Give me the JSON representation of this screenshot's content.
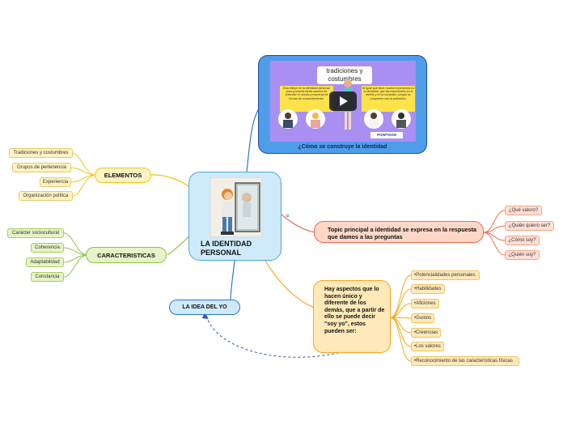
{
  "central": {
    "title": "LA IDENTIDAD PERSONAL"
  },
  "video": {
    "caption": "¿Cómo se construye la identidad",
    "thumb_title": "tradiciones y costumbres",
    "left_text": "Esta influye en la identidad personal, pues presenta cierta manera de entender el mundo y maneras de formar de comportamiento.",
    "right_text": "Al igual que tiene mucha importancia en la identidad, que las expresiones en la familia y en la sociedad, porque se comparten con la población.",
    "brand": "POWTOON"
  },
  "elementos": {
    "label": "ELEMENTOS",
    "items": [
      "Tradiciones y costumbres",
      "Grupos de pertenencia",
      "Experiencia",
      "Organización política"
    ]
  },
  "caracteristicas": {
    "label": "CARACTERISTICAS",
    "items": [
      "Carácter sociocultural",
      "Coherencia",
      "Adaptabilidad",
      "Constancia"
    ]
  },
  "idea": {
    "label": "LA IDEA DEL YO"
  },
  "topic": {
    "label": "Topic principal a identidad se expresa en la respuesta que damos a las preguntas",
    "items": [
      "¿Qué valoro?",
      "¿Quién quiero ser?",
      "¿Cómo soy?",
      "¿Quién soy?"
    ]
  },
  "aspectos": {
    "label": "Hay aspectos que lo hacen único y diferente de los demás, que a partir de ello se puede decir \"soy yo\", estos pueden ser:",
    "items": [
      "•Potencialidades personales",
      "•Habilidades",
      "•Aficiones",
      "•Gustos",
      "•Creencias",
      "•Los valores",
      "•Reconocimiento de las características físicas"
    ]
  },
  "colors": {
    "central_bg": "#cfeafb",
    "central_border": "#4aa7dd",
    "video_bg": "#4f9cea",
    "video_border": "#1d4fa1",
    "thumb_bg": "#a98ff2",
    "elementos_line": "#f0c419",
    "caracteristicas_line": "#8bc34a",
    "topic_line": "#ef6b4b",
    "aspectos_line": "#f4a71c",
    "idea_line": "#2f75c9"
  }
}
